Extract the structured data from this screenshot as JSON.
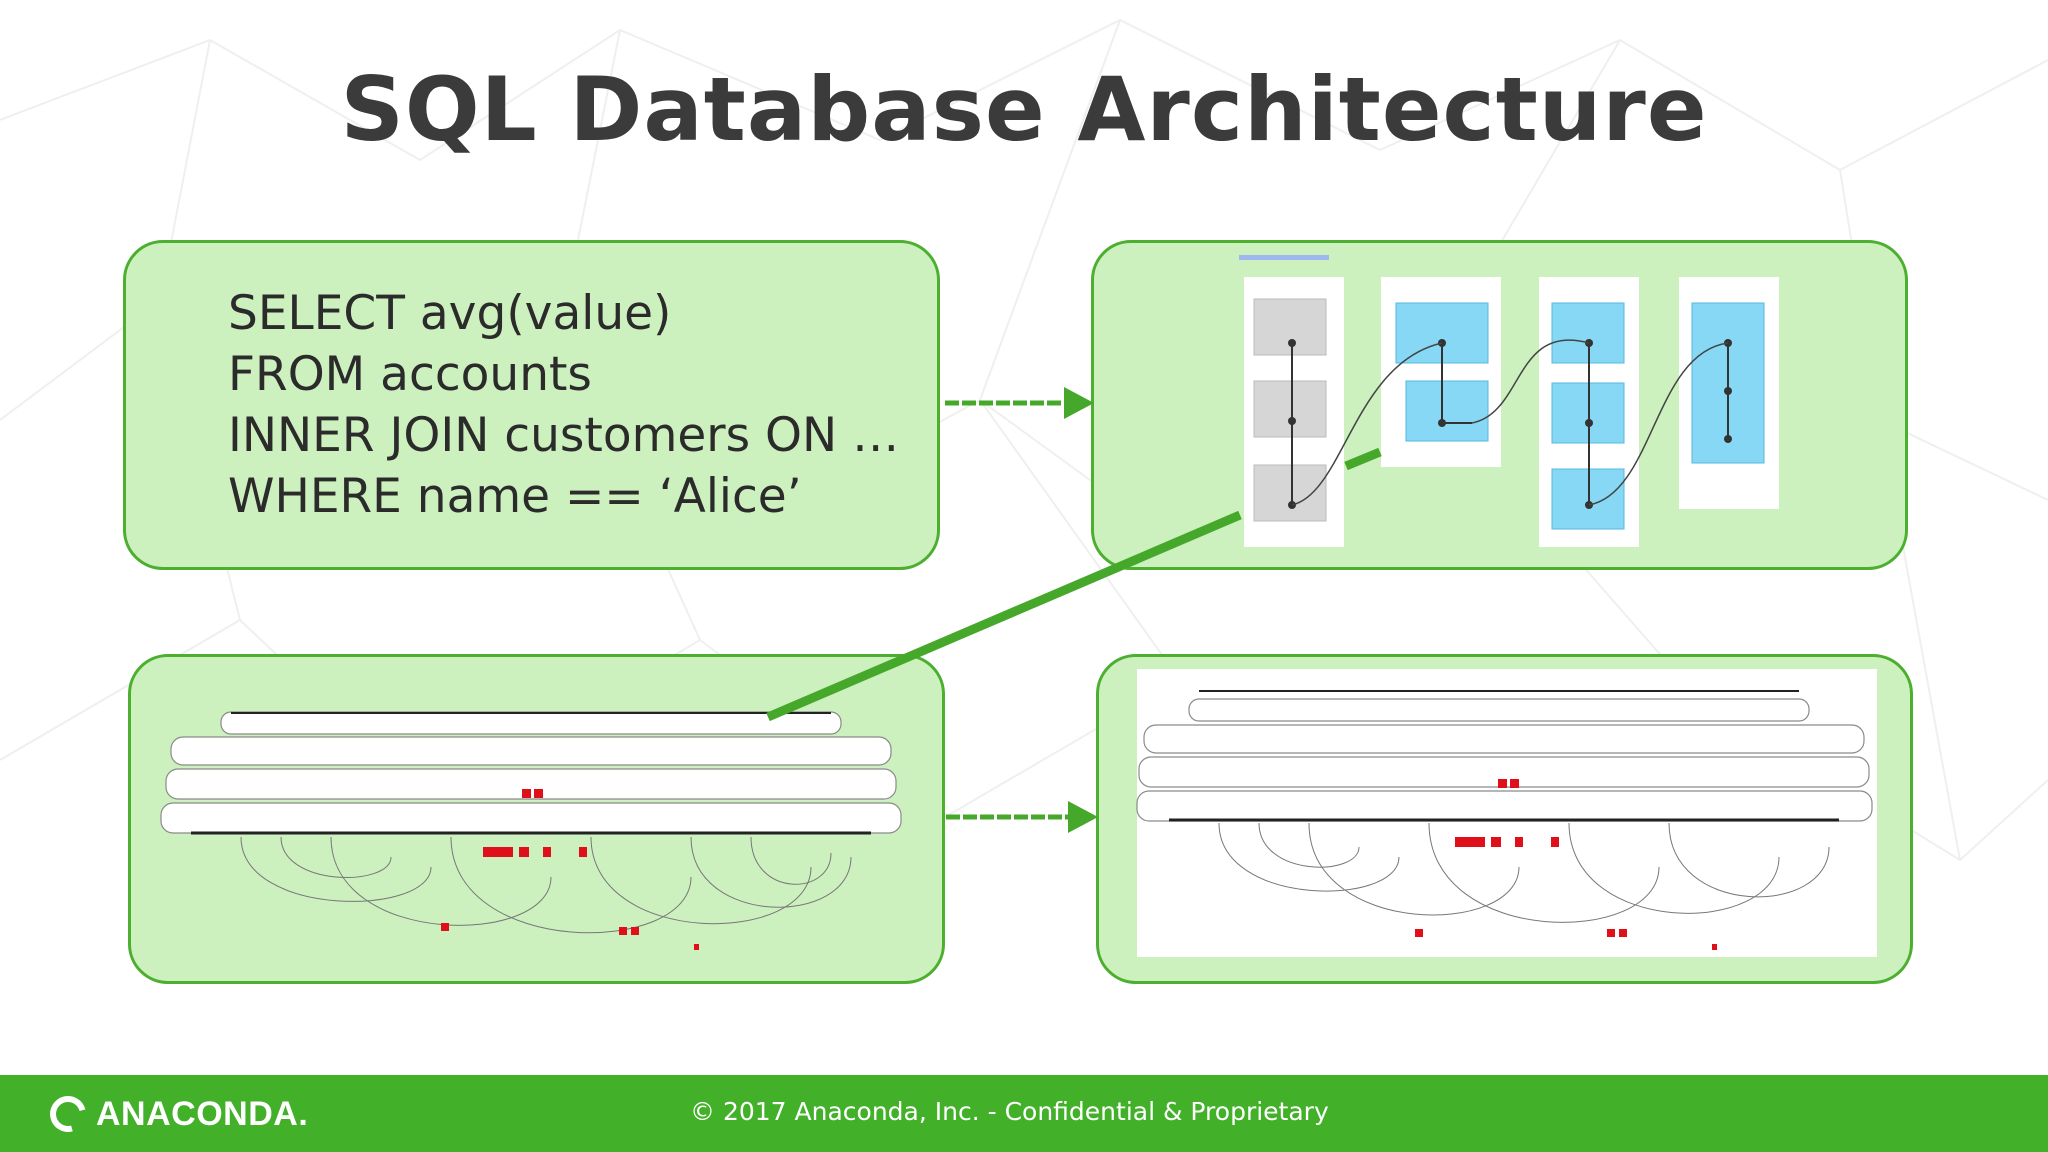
{
  "slide": {
    "title": "SQL Database Architecture"
  },
  "sql_query": {
    "lines": [
      "SELECT avg(value)",
      "FROM accounts",
      "INNER JOIN customers ON …",
      "WHERE name == ‘Alice’"
    ]
  },
  "colors": {
    "panel_fill": "#cdf0bf",
    "panel_border": "#4caf2f",
    "arrow": "#46a82a",
    "stage_box_gray": "#d6d6d6",
    "stage_box_blue": "#86d8f5",
    "footer": "#43b02a",
    "task_highlight": "#e0101a"
  },
  "footer": {
    "logo_icon": "anaconda-ring-icon",
    "brand": "ANACONDA.",
    "copyright": "© 2017 Anaconda, Inc. - Confidential & Proprietary"
  }
}
